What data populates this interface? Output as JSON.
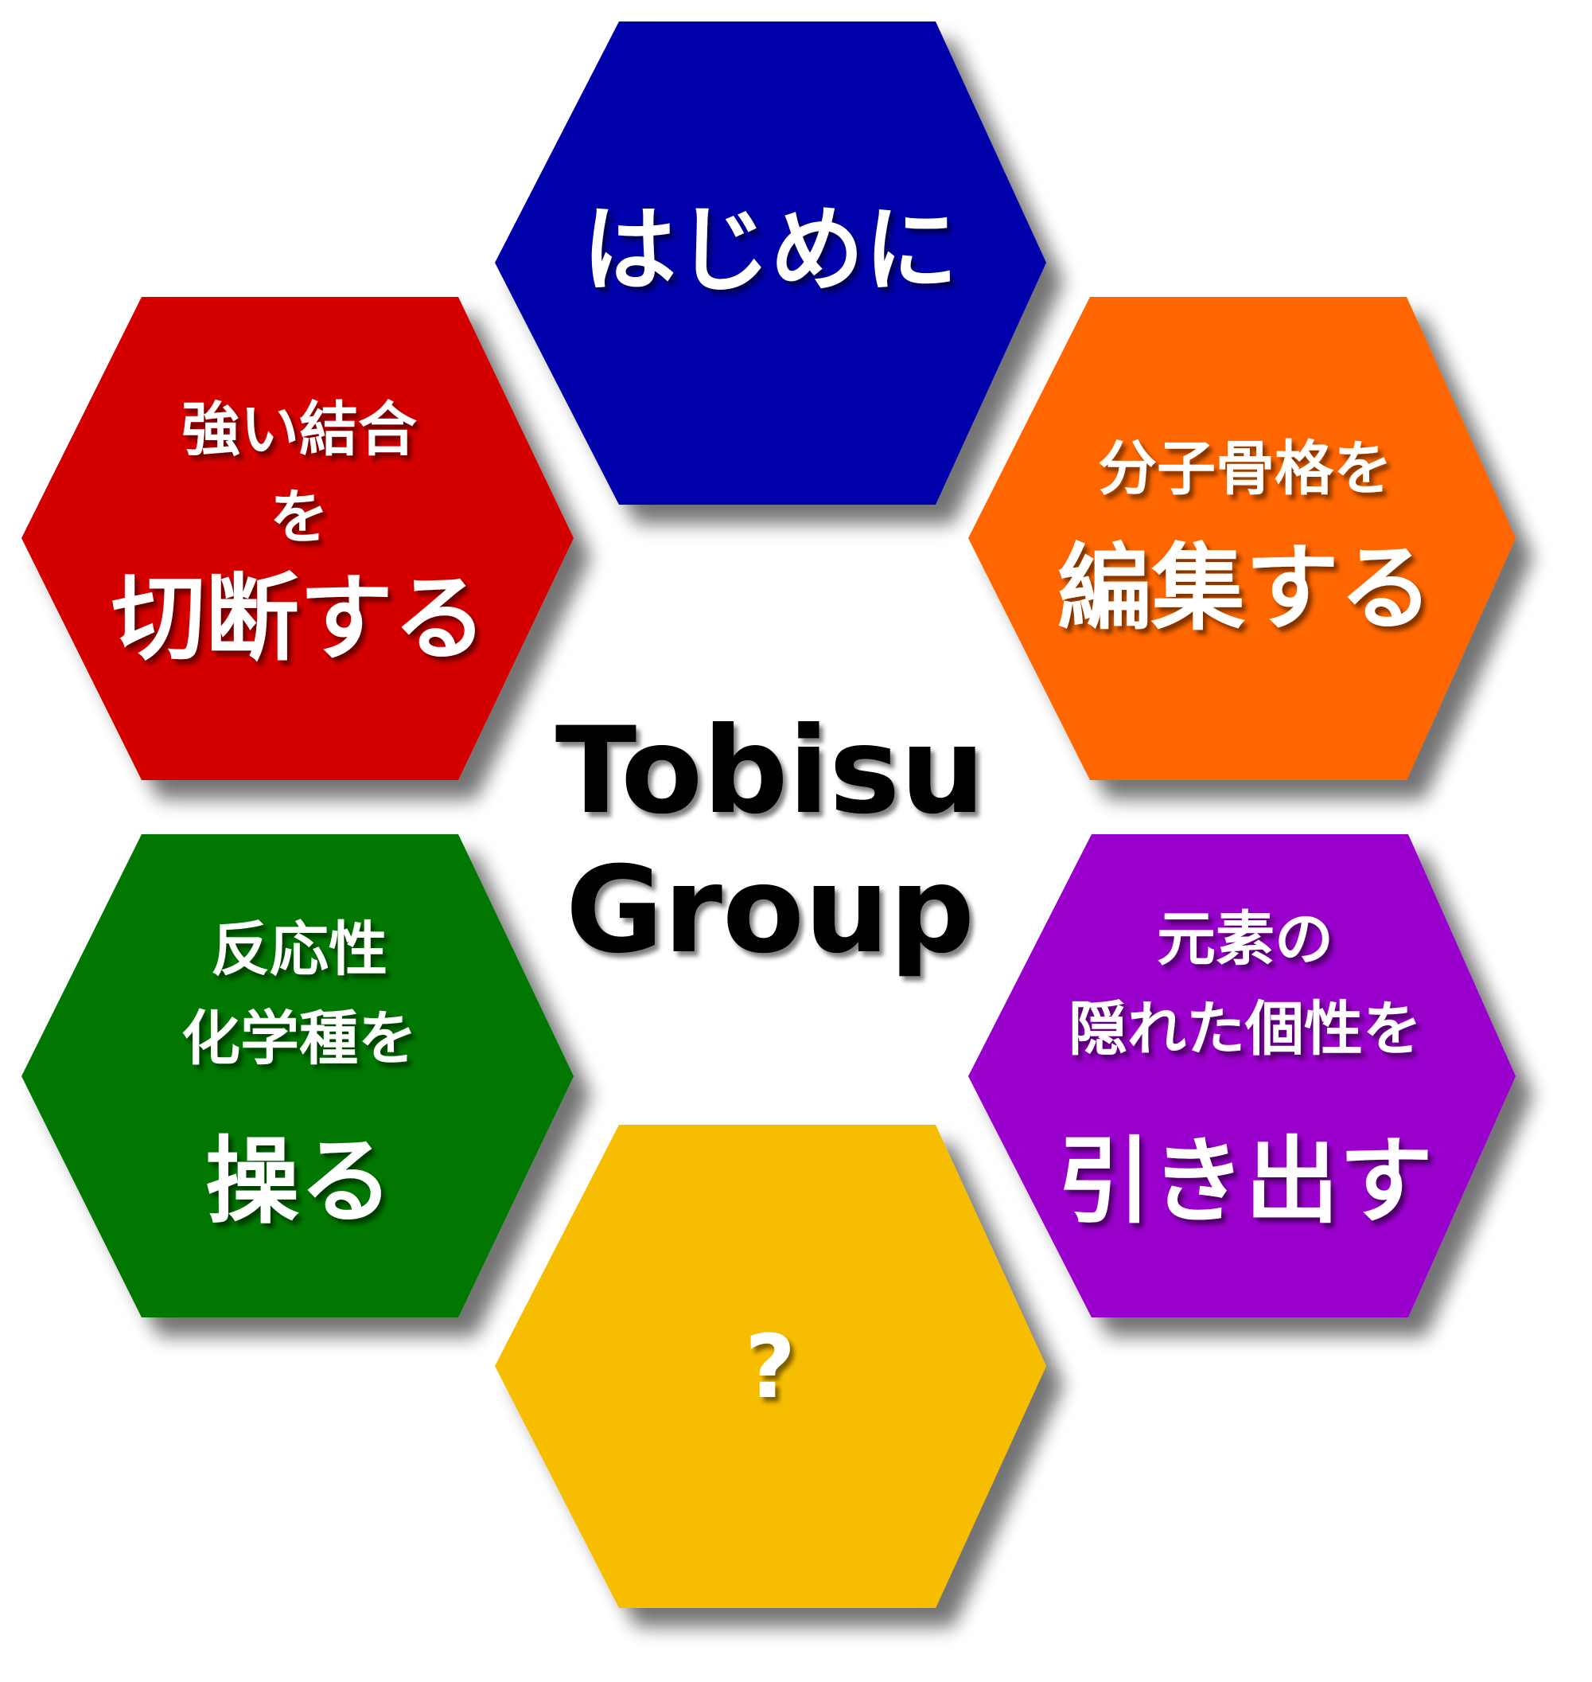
{
  "center": {
    "line1": "Tobisu",
    "line2": "Group"
  },
  "hexagons": [
    {
      "id": "top",
      "color": "#0000aa",
      "lines": [
        "はじめに"
      ]
    },
    {
      "id": "upper-right",
      "color": "#ff6600",
      "lines": [
        "分子骨格を",
        "編集する"
      ]
    },
    {
      "id": "lower-right",
      "color": "#9900cc",
      "lines": [
        "元素の",
        "隠れた個性を",
        "引き出す"
      ]
    },
    {
      "id": "bottom",
      "color": "#f7bd00",
      "lines": [
        "?"
      ]
    },
    {
      "id": "lower-left",
      "color": "#007700",
      "lines": [
        "反応性",
        "化学種を",
        "操る"
      ]
    },
    {
      "id": "upper-left",
      "color": "#d40000",
      "lines": [
        "強い結合",
        "を",
        "切断する"
      ]
    }
  ]
}
